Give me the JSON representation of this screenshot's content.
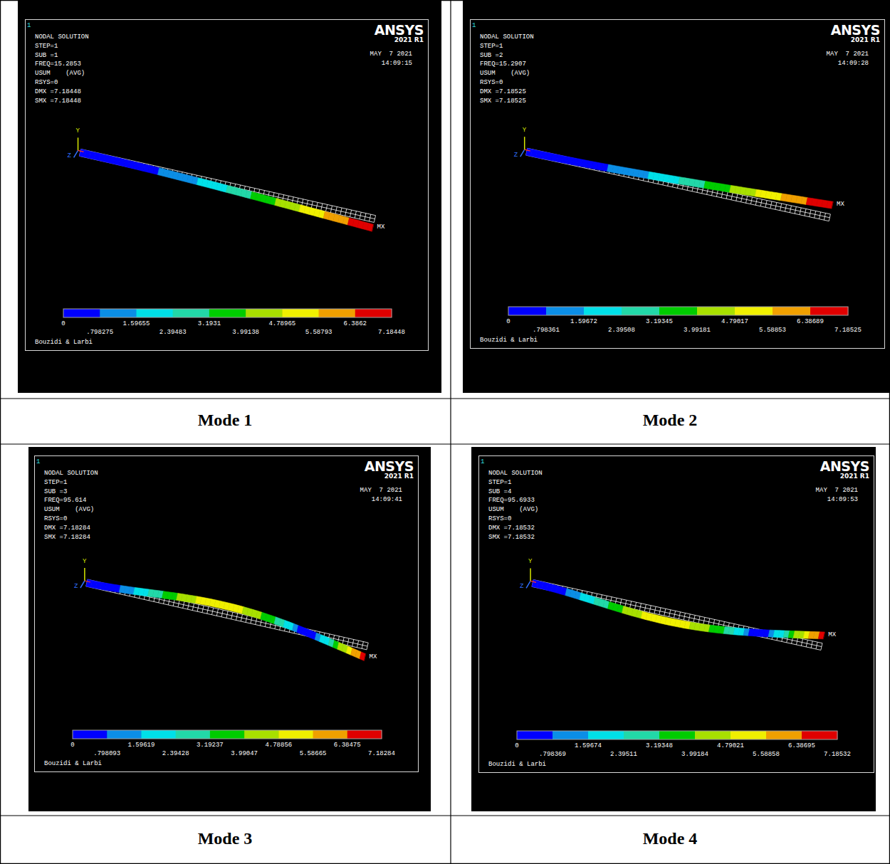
{
  "diagram": {
    "labels": [
      "1",
      "NODAL SOLUTION",
      "STEP=1",
      "SUB =1",
      "FREQ=15.2853",
      "USUM    (AVG)",
      "RSYS=0",
      "DMX =7.18448",
      "SMX =7.18448",
      "ANSYS",
      "2021 R1",
      "MAY  7 2021",
      "14:09:15",
      "Y",
      "Z",
      "MX",
      "0",
      ".798275",
      "1.59655",
      "2.39483",
      "3.1931",
      "3.99138",
      "4.78965",
      "5.58793",
      "6.3862",
      "7.18448",
      "Bouzidi & Larbi",
      "Mode 1",
      "1",
      "NODAL SOLUTION",
      "STEP=1",
      "SUB =2",
      "FREQ=15.2907",
      "USUM    (AVG)",
      "RSYS=0",
      "DMX =7.18525",
      "SMX =7.18525",
      "ANSYS",
      "2021 R1",
      "MAY  7 2021",
      "14:09:28",
      "Y",
      "Z",
      "MX",
      "0",
      ".798361",
      "1.59672",
      "2.39508",
      "3.19345",
      "3.99181",
      "4.79017",
      "5.58853",
      "6.38689",
      "7.18525",
      "Bouzidi & Larbi",
      "Mode 2",
      "1",
      "NODAL SOLUTION",
      "STEP=1",
      "SUB =3",
      "FREQ=95.614",
      "USUM    (AVG)",
      "RSYS=0",
      "DMX =7.18284",
      "SMX =7.18284",
      "ANSYS",
      "2021 R1",
      "MAY  7 2021",
      "14:09:41",
      "Y",
      "Z",
      "MX",
      "0",
      ".798093",
      "1.59619",
      "2.39428",
      "3.19237",
      "3.99047",
      "4.78856",
      "5.58665",
      "6.38475",
      "7.18284",
      "Bouzidi & Larbi",
      "Mode 3",
      "1",
      "NODAL SOLUTION",
      "STEP=1",
      "SUB =4",
      "FREQ=95.6933",
      "USUM    (AVG)",
      "RSYS=0",
      "DMX =7.18532",
      "SMX =7.18532",
      "ANSYS",
      "2021 R1",
      "MAY  7 2021",
      "14:09:53",
      "Y",
      "Z",
      "MX",
      "0",
      ".798369",
      "1.59674",
      "2.39511",
      "3.19348",
      "3.99184",
      "4.79021",
      "5.58858",
      "6.38695",
      "7.18532",
      "Bouzidi & Larbi",
      "Mode 4"
    ]
  }
}
